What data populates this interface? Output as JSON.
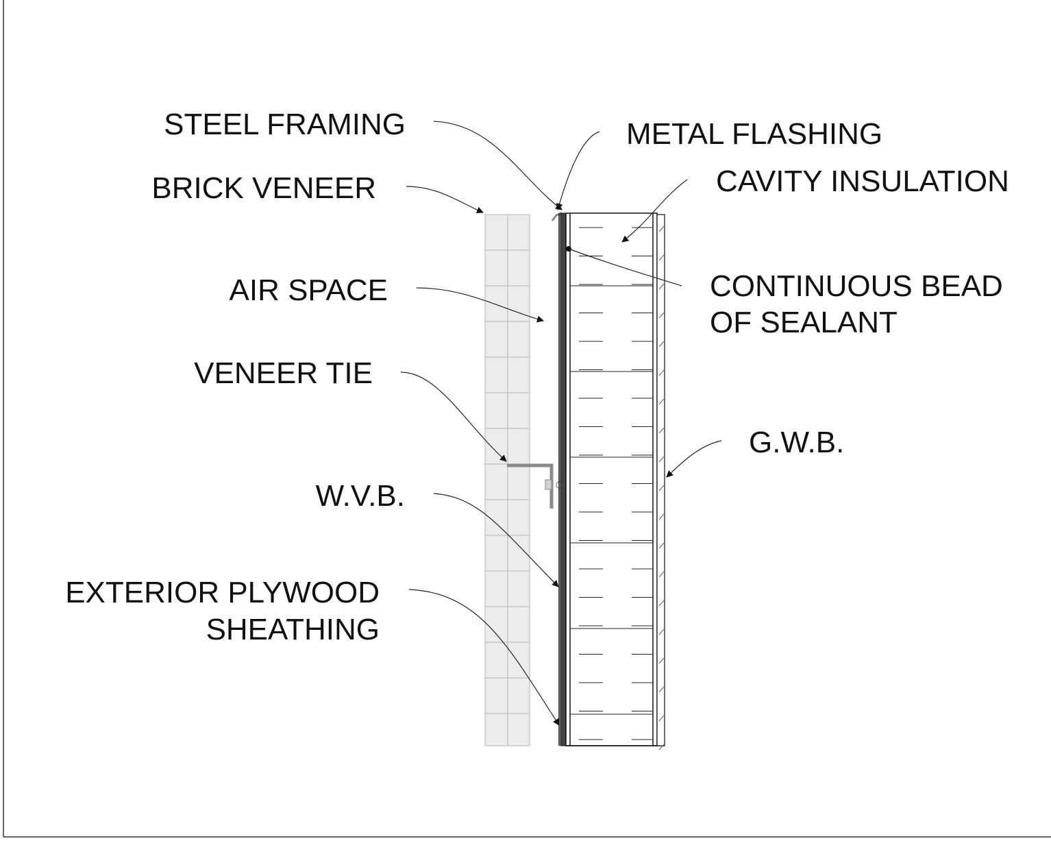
{
  "labels": {
    "steel_framing": "STEEL FRAMING",
    "brick_veneer": "BRICK VENEER",
    "air_space": "AIR SPACE",
    "veneer_tie": "VENEER TIE",
    "wvb": "W.V.B.",
    "exterior_plywood_line1": "EXTERIOR PLYWOOD",
    "exterior_plywood_line2": "SHEATHING",
    "metal_flashing": "METAL FLASHING",
    "cavity_insulation": "CAVITY INSULATION",
    "sealant_line1": "CONTINUOUS BEAD",
    "sealant_line2": "OF SEALANT",
    "gwb": "G.W.B."
  },
  "colors": {
    "line": "#111111",
    "brick_fill": "#ececec",
    "brick_joint": "#b5b5b5",
    "tie": "#8a8a8a",
    "sheathing": "#444444"
  }
}
